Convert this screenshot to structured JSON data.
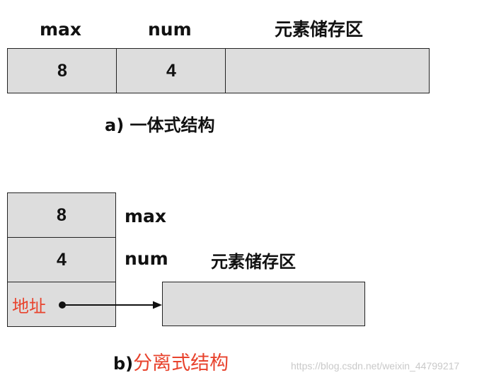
{
  "diagram_a": {
    "headers": [
      "max",
      "num",
      "元素储存区"
    ],
    "values": [
      "8",
      "4",
      ""
    ],
    "caption_prefix": "a)",
    "caption": "一体式结构"
  },
  "diagram_b": {
    "values": [
      "8",
      "4"
    ],
    "labels": [
      "max",
      "num"
    ],
    "address_label": "地址",
    "storage_label": "元素储存区",
    "caption_prefix": "b)",
    "caption": "分离式结构"
  },
  "watermark": "https://blog.csdn.net/weixin_44799217",
  "colors": {
    "cell_fill": "#dddddd",
    "border": "#222222",
    "highlight_red": "#e8432d"
  }
}
